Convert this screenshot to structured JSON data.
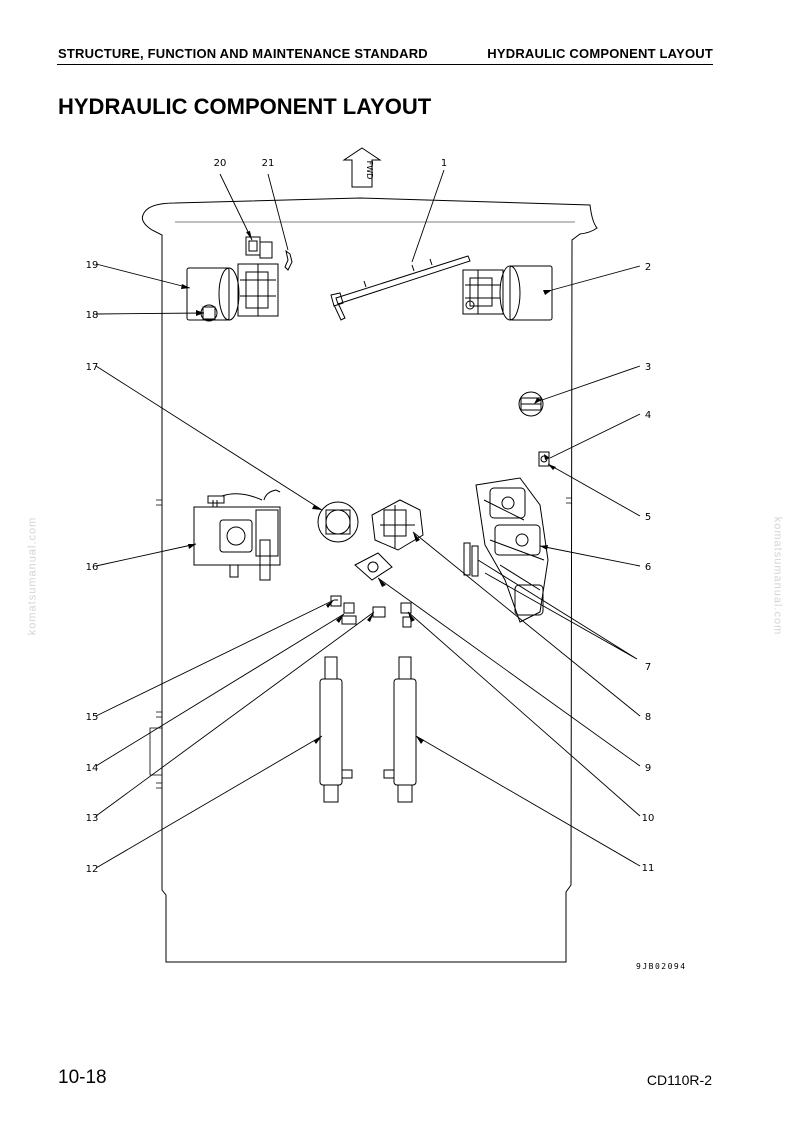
{
  "header": {
    "left": "STRUCTURE, FUNCTION AND MAINTENANCE STANDARD",
    "right": "HYDRAULIC COMPONENT LAYOUT"
  },
  "title": "HYDRAULIC COMPONENT LAYOUT",
  "figure": {
    "direction_label": "FWD",
    "drawing_code": "9JB02094",
    "callouts": [
      "1",
      "2",
      "3",
      "4",
      "5",
      "6",
      "7",
      "8",
      "9",
      "10",
      "11",
      "12",
      "13",
      "14",
      "15",
      "16",
      "17",
      "18",
      "19",
      "20",
      "21"
    ]
  },
  "watermark": "komatsumanual.com",
  "footer": {
    "page_number": "10-18",
    "model": "CD110R-2"
  }
}
